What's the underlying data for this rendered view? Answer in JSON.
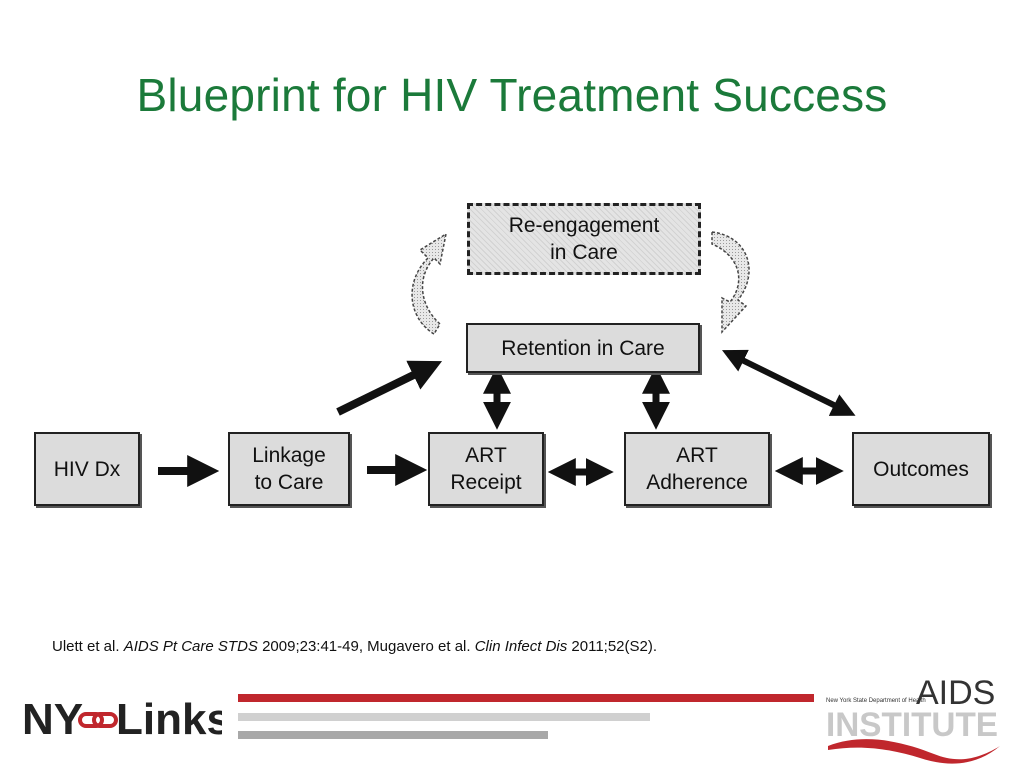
{
  "slide": {
    "title": "Blueprint for HIV Treatment Success"
  },
  "diagram": {
    "boxes": {
      "reengagement": "Re-engagement\nin Care",
      "retention": "Retention in Care",
      "hiv_dx": "HIV Dx",
      "linkage": "Linkage\nto Care",
      "art_receipt": "ART\nReceipt",
      "art_adherence": "ART\nAdherence",
      "outcomes": "Outcomes"
    }
  },
  "citation": {
    "part1": "Ulett et al. ",
    "journal1": "AIDS Pt Care STDS",
    "part2": " 2009;23:41-49, Mugavero et al. ",
    "journal2": "Clin Infect Dis",
    "part3": " 2011;52(S2)."
  },
  "footer": {
    "logo_left_text_a": "NY",
    "logo_left_text_b": "Links",
    "logo_right_small": "New York State Department of Health",
    "logo_right_aids": "AIDS",
    "logo_right_institute": "INSTITUTE",
    "colors": {
      "red": "#c0272d",
      "gray_light": "#d0d0d0",
      "gray_mid": "#a8a8a8",
      "title_green": "#1b7a3a"
    }
  }
}
